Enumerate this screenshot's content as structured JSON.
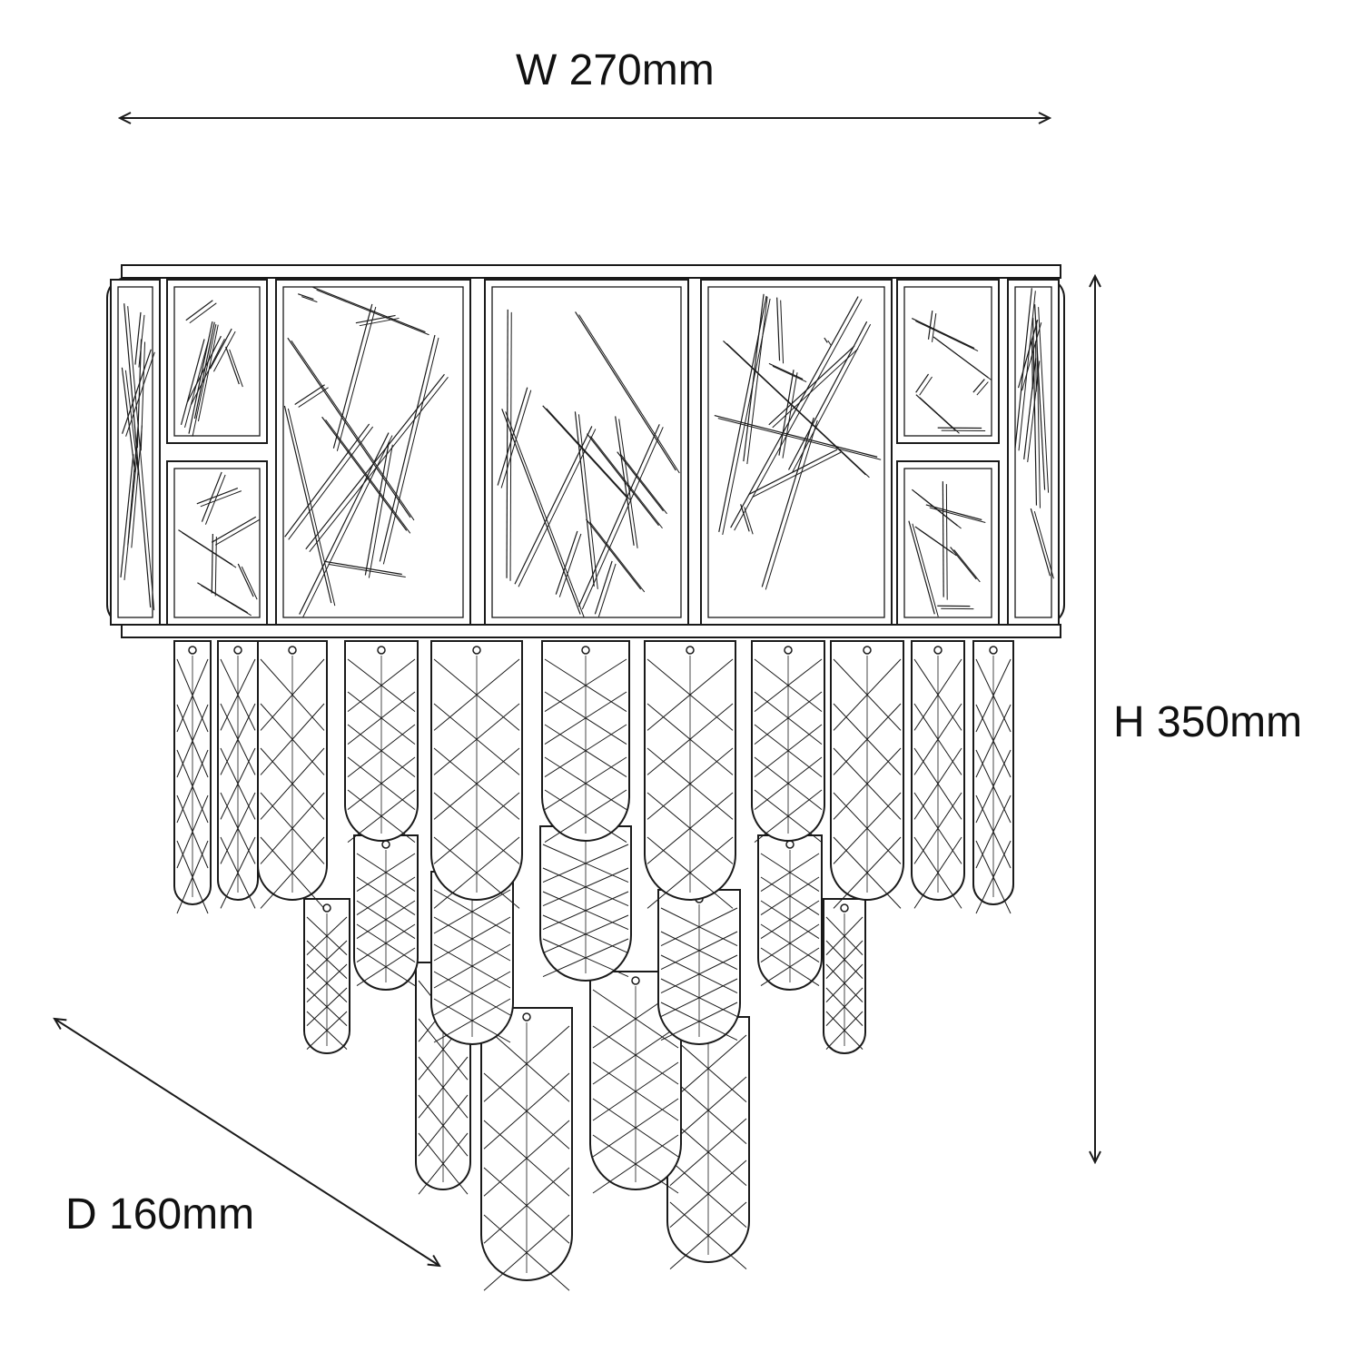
{
  "dimensions": {
    "width": "W 270mm",
    "height": "H 350mm",
    "depth": "D 160mm"
  },
  "colors": {
    "line": "#1a1a1a",
    "background": "#ffffff"
  }
}
